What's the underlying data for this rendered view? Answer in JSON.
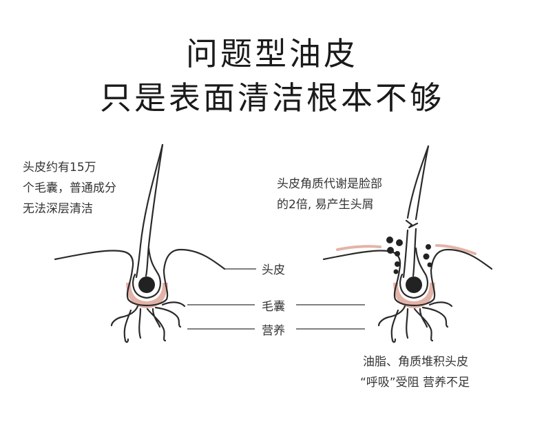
{
  "title": {
    "line1": "问题型油皮",
    "line2": "只是表面清洁根本不够"
  },
  "left_caption": [
    "头皮约有15万",
    "个毛囊，普通成分",
    "无法深层清洁"
  ],
  "right_caption": [
    "头皮角质代谢是脸部",
    "的2倍, 易产生头屑"
  ],
  "bottom_caption": [
    "油脂、角质堆积头皮",
    "“呼吸”受阻 营养不足"
  ],
  "labels": {
    "scalp": "头皮",
    "follicle": "毛囊",
    "nutrition": "营养"
  },
  "colors": {
    "line": "#2a2a2a",
    "bulb_pink": "#e3b3a8",
    "dot": "#222222"
  }
}
